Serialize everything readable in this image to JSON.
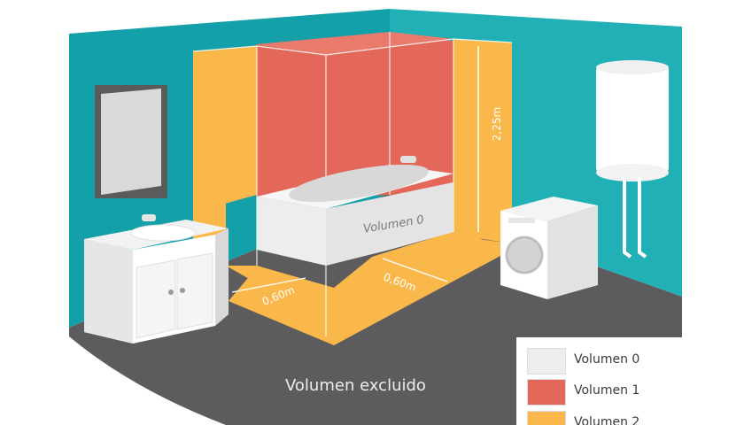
{
  "colors": {
    "wall": "#13a4ad",
    "floor": "#5c5c5e",
    "volumen_0": "#ededed",
    "volumen_1": "#e4685a",
    "volumen_2": "#fbb84a"
  },
  "labels": {
    "volumen_0_tub": "Volumen 0",
    "height": "2,25m",
    "distance_left": "0,60m",
    "distance_front": "0,60m",
    "excluded": "Volumen excluido"
  },
  "legend": {
    "items": [
      {
        "label": "Volumen 0",
        "color": "#ededed"
      },
      {
        "label": "Volumen 1",
        "color": "#e4685a"
      },
      {
        "label": "Volumen 2",
        "color": "#fbb84a"
      }
    ]
  }
}
